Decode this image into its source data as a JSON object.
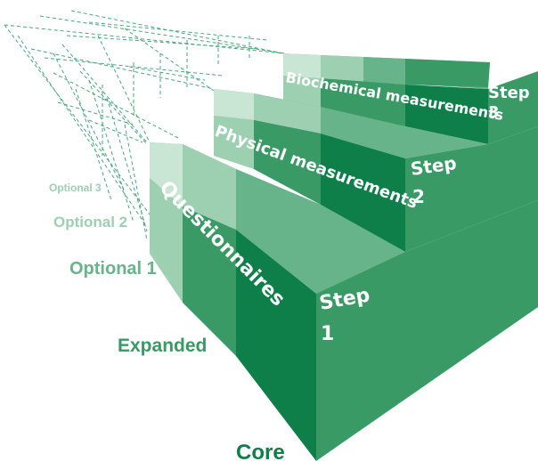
{
  "steps": [
    {
      "label": "Step",
      "number": "1",
      "content": "Questionnaires"
    },
    {
      "label": "Step",
      "number": "2",
      "content": "Physical measurements"
    },
    {
      "label": "Step",
      "number": "3",
      "content": "Biochemical measurements"
    }
  ],
  "levels": [
    "Core",
    "Expanded",
    "Optional 1",
    "Optional 2",
    "Optional 3"
  ],
  "colors": {
    "core": "#0f7f4a",
    "expanded": "#3a9a66",
    "optional1": "#67b48a",
    "optional2": "#9dcfb1",
    "optional3": "#c9e6d4",
    "side": "#1f8f57",
    "dashed": "#4aa77a"
  }
}
